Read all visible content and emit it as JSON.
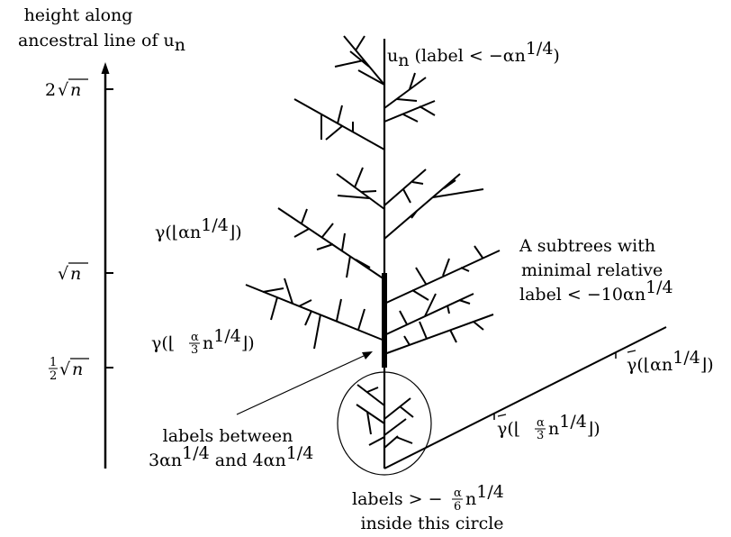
{
  "axis": {
    "title_line1": "height along",
    "title_line2_prefix": "ancestral line of ",
    "title_line2_var": "u",
    "title_line2_sub": "n",
    "tick_top_coef": "2",
    "tick_mid_coef": "",
    "tick_low_num": "1",
    "tick_low_den": "2",
    "tick_radicand": "n"
  },
  "labels": {
    "un_var": "u",
    "un_sub": "n",
    "un_rest": " (label < −αn",
    "un_exp": "1/4",
    "un_close": ")",
    "gamma_alpha_pre": "γ(⌊αn",
    "gamma_alpha_exp": "1/4",
    "gamma_alpha_post": "⌋)",
    "gamma_third_pre": "γ(⌊",
    "gamma_third_frac_num": "α",
    "gamma_third_frac_den": "3",
    "gamma_third_mid": "n",
    "gamma_third_exp": "1/4",
    "gamma_third_post": "⌋)",
    "subtrees_line1_var": "A",
    "subtrees_line1_rest": " subtrees with",
    "subtrees_line2": "minimal relative",
    "subtrees_line3_pre": "label < −10αn",
    "subtrees_line3_exp": "1/4",
    "tgamma_alpha_pre": "γ(⌊αn",
    "tgamma_alpha_exp": "1/4",
    "tgamma_alpha_post": "⌋)",
    "tgamma_third_pre": "γ(⌊",
    "tgamma_third_frac_num": "α",
    "tgamma_third_frac_den": "3",
    "tgamma_third_mid": "n",
    "tgamma_third_exp": "1/4",
    "tgamma_third_post": "⌋)",
    "between_line1": "labels between",
    "between_line2_a": "3αn",
    "between_line2_a_exp": "1/4",
    "between_line2_mid": " and 4αn",
    "between_line2_b_exp": "1/4",
    "circle_line1_pre": "labels > −",
    "circle_line1_frac_num": "α",
    "circle_line1_frac_den": "6",
    "circle_line1_mid": "n",
    "circle_line1_exp": "1/4",
    "circle_line2": "inside this circle"
  }
}
